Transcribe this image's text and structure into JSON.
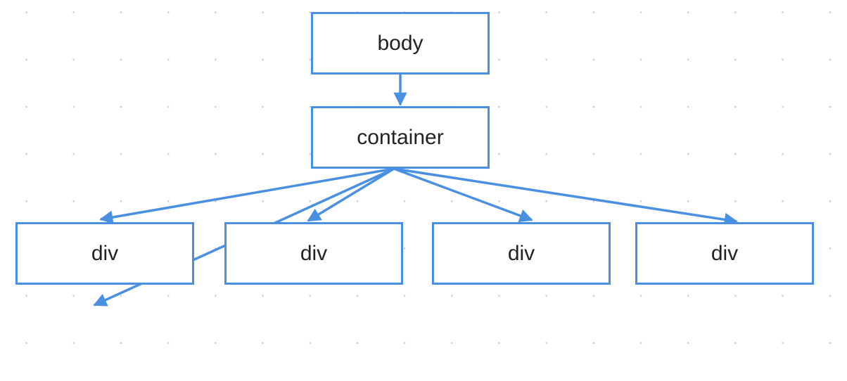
{
  "diagram": {
    "edge_color": "#4a90e2",
    "nodes": [
      {
        "id": "body",
        "label": "body"
      },
      {
        "id": "container",
        "label": "container"
      },
      {
        "id": "div-1",
        "label": "div"
      },
      {
        "id": "div-2",
        "label": "div"
      },
      {
        "id": "div-3",
        "label": "div"
      },
      {
        "id": "div-4",
        "label": "div"
      }
    ],
    "edges": [
      {
        "from": "body",
        "to": "container"
      },
      {
        "from": "container",
        "to": "div-1"
      },
      {
        "from": "container",
        "to": "div-2"
      },
      {
        "from": "container",
        "to": "div-3"
      },
      {
        "from": "container",
        "to": "div-4"
      },
      {
        "from": "container",
        "to": ""
      }
    ]
  }
}
